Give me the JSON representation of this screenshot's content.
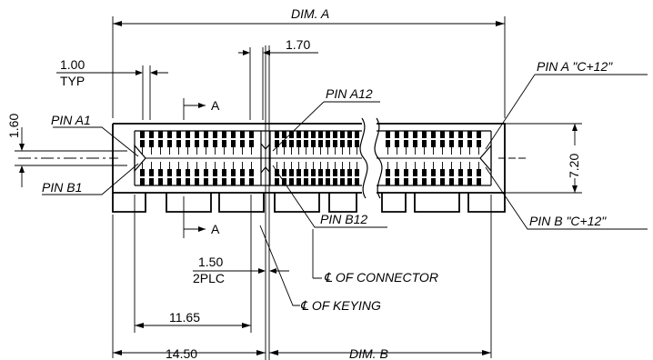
{
  "labels": {
    "dim_a": "DIM. A",
    "dim_b": "DIM. B",
    "pitch": "1.00",
    "typ": "TYP",
    "key_gap": "1.70",
    "row_offset": "1.60",
    "height": "7.20",
    "key_width": "1.50",
    "two_plc": "2PLC",
    "dim_1165": "11.65",
    "dim_1450": "14.50",
    "section": "A",
    "pin_a1": "PIN A1",
    "pin_b1": "PIN B1",
    "pin_a12": "PIN A12",
    "pin_b12": "PIN B12",
    "pin_a_c12": "PIN A \"C+12\"",
    "pin_b_c12": "PIN B \"C+12\"",
    "cl_connector": "℄ OF CONNECTOR",
    "cl_keying": "℄ OF KEYING"
  }
}
